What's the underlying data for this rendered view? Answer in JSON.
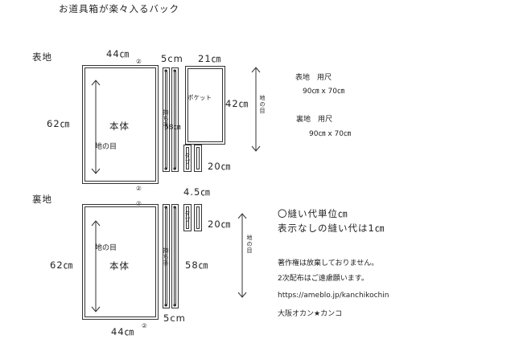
{
  "title": "お道具箱が楽々入るバック",
  "outer": {
    "label": "表地",
    "body_label": "本体",
    "grain_label": "地の目",
    "width": "44㎝",
    "height": "62㎝",
    "handle_width": "5cm",
    "handle_label": "持ち手",
    "handle_length": "58㎝",
    "pocket_width": "21㎝",
    "pocket_label": "ポケット",
    "pocket_height": "42㎝",
    "tab_label": "タブ",
    "tab_length": "20㎝",
    "tab_width": "4.5㎝",
    "grain_side": "地の目",
    "fold_mark": "②"
  },
  "lining": {
    "label": "裏地",
    "body_label": "本体",
    "grain_label": "地の目",
    "width": "44㎝",
    "height": "62㎝",
    "handle_width": "5cm",
    "handle_label": "持ち手",
    "handle_length": "58㎝",
    "tab_label": "タブ",
    "tab_length": "20㎝",
    "grain_side": "地の目",
    "fold_mark": "②"
  },
  "yardage": {
    "outer_title": "表地　用尺",
    "outer_value": "90㎝ x 70㎝",
    "lining_title": "裏地　用尺",
    "lining_value": "90㎝ x 70㎝"
  },
  "notes": {
    "unit": "〇縫い代単位㎝",
    "seam": "表示なしの縫い代は1㎝",
    "copyright": "著作権は放棄しておりません。",
    "redistribution": "2次配布はご遠慮願います。",
    "url": "https://ameblo.jp/kanchikochin",
    "author": "大阪オカン★カンコ"
  }
}
